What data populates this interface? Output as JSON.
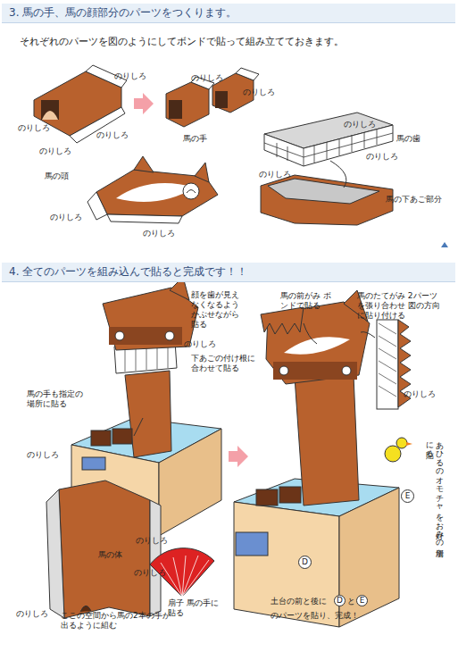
{
  "diagram": {
    "nodes": [
      {
        "text": [
          "3. 馬の手、馬の顔部分のパーツをつくります。"
        ]
      },
      {
        "text": [
          "4. 全てのパーツを組み込んで貼ると完成です！！"
        ]
      },
      {
        "text": [
          "E"
        ]
      },
      {
        "text": [
          "D"
        ]
      },
      {
        "text": [
          "D"
        ]
      },
      {
        "text": [
          "E"
        ]
      }
    ],
    "labels": [
      "それぞれのパーツを図のようにしてボンドで貼って組み立てておきます。",
      "のりしろ",
      "のりしろ",
      "のりしろ",
      "のりしろ",
      "のりしろ",
      "のりしろ",
      "馬の手",
      "のりしろ",
      "馬の歯",
      "のりしろ",
      "のりしろ",
      "馬の頭",
      "のりしろ",
      "のりしろ",
      "馬の下あご部分",
      "顔を歯が見えなくなるようかぶせながら貼る",
      "のりしろ",
      "下あごの付け根に合わせて貼る",
      "馬の手も指定の場所に貼る",
      "のりしろ",
      "馬の体",
      "のりしろ",
      "のりしろ",
      "のりしろ",
      "ここの空間から馬の2本の手が出るように組む",
      "扇子 馬の手に貼る",
      "馬の前がみ ボンドで貼る",
      "馬のたてがみ 2パーツを張り合わせ 図の方向に貼り付ける",
      "のりしろ",
      "あひるのオモチャをお好みの場所に貼る",
      "土台の前と後に",
      "と",
      "のパーツを貼り、完成！"
    ]
  }
}
